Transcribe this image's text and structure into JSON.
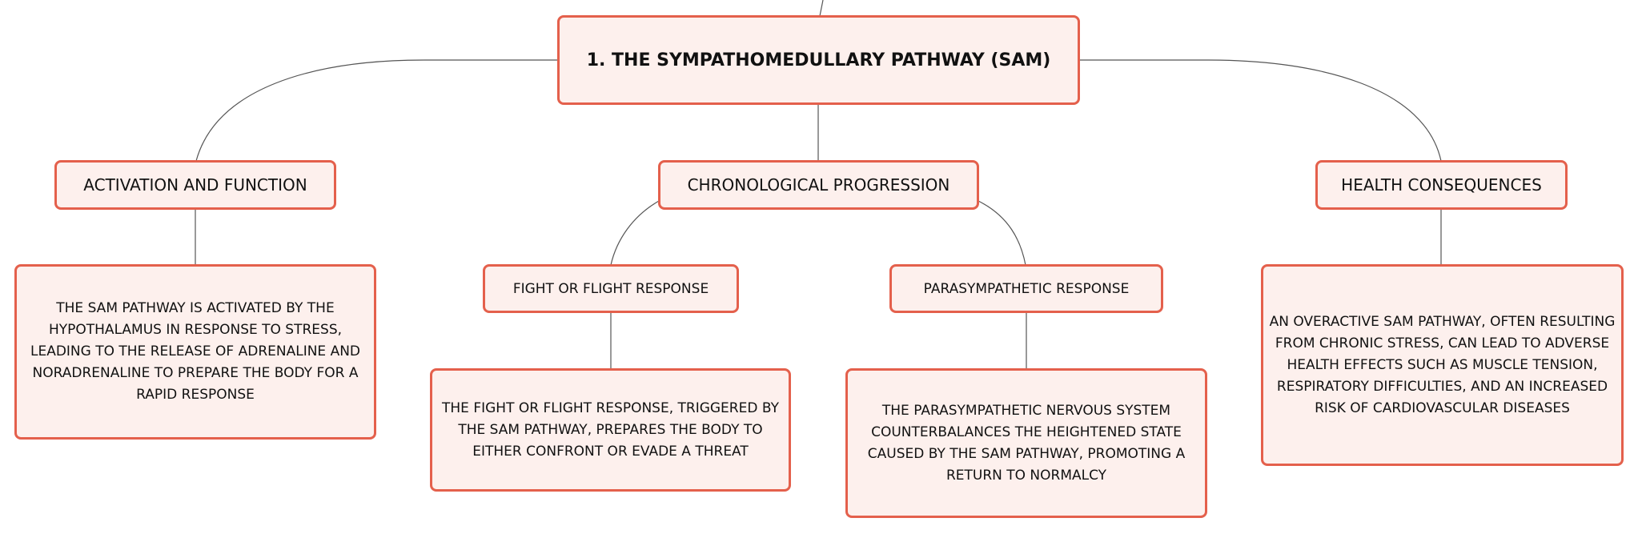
{
  "diagram": {
    "root": {
      "label": "1. THE SYMPATHOMEDULLARY PATHWAY (SAM)"
    },
    "branches": [
      {
        "label": "ACTIVATION AND FUNCTION",
        "description": "THE SAM PATHWAY IS ACTIVATED BY THE HYPOTHALAMUS IN RESPONSE TO STRESS, LEADING TO THE RELEASE OF ADRENALINE AND NORADRENALINE TO PREPARE THE BODY FOR A RAPID RESPONSE"
      },
      {
        "label": "CHRONOLOGICAL PROGRESSION",
        "children": [
          {
            "label": "FIGHT OR FLIGHT RESPONSE",
            "description": "THE FIGHT OR FLIGHT RESPONSE, TRIGGERED BY THE SAM PATHWAY, PREPARES THE BODY TO EITHER CONFRONT OR EVADE A THREAT"
          },
          {
            "label": "PARASYMPATHETIC RESPONSE",
            "description": "THE PARASYMPATHETIC NERVOUS SYSTEM COUNTERBALANCES THE HEIGHTENED STATE CAUSED BY THE SAM PATHWAY, PROMOTING A RETURN TO NORMALCY"
          }
        ]
      },
      {
        "label": "HEALTH CONSEQUENCES",
        "description": "AN OVERACTIVE SAM PATHWAY, OFTEN RESULTING FROM CHRONIC STRESS, CAN LEAD TO ADVERSE HEALTH EFFECTS SUCH AS MUSCLE TENSION, RESPIRATORY DIFFICULTIES, AND AN INCREASED RISK OF CARDIOVASCULAR DISEASES"
      }
    ]
  },
  "colors": {
    "node_fill": "#fdf0ed",
    "node_border": "#e4604c",
    "connector": "#555555",
    "text": "#111111"
  }
}
